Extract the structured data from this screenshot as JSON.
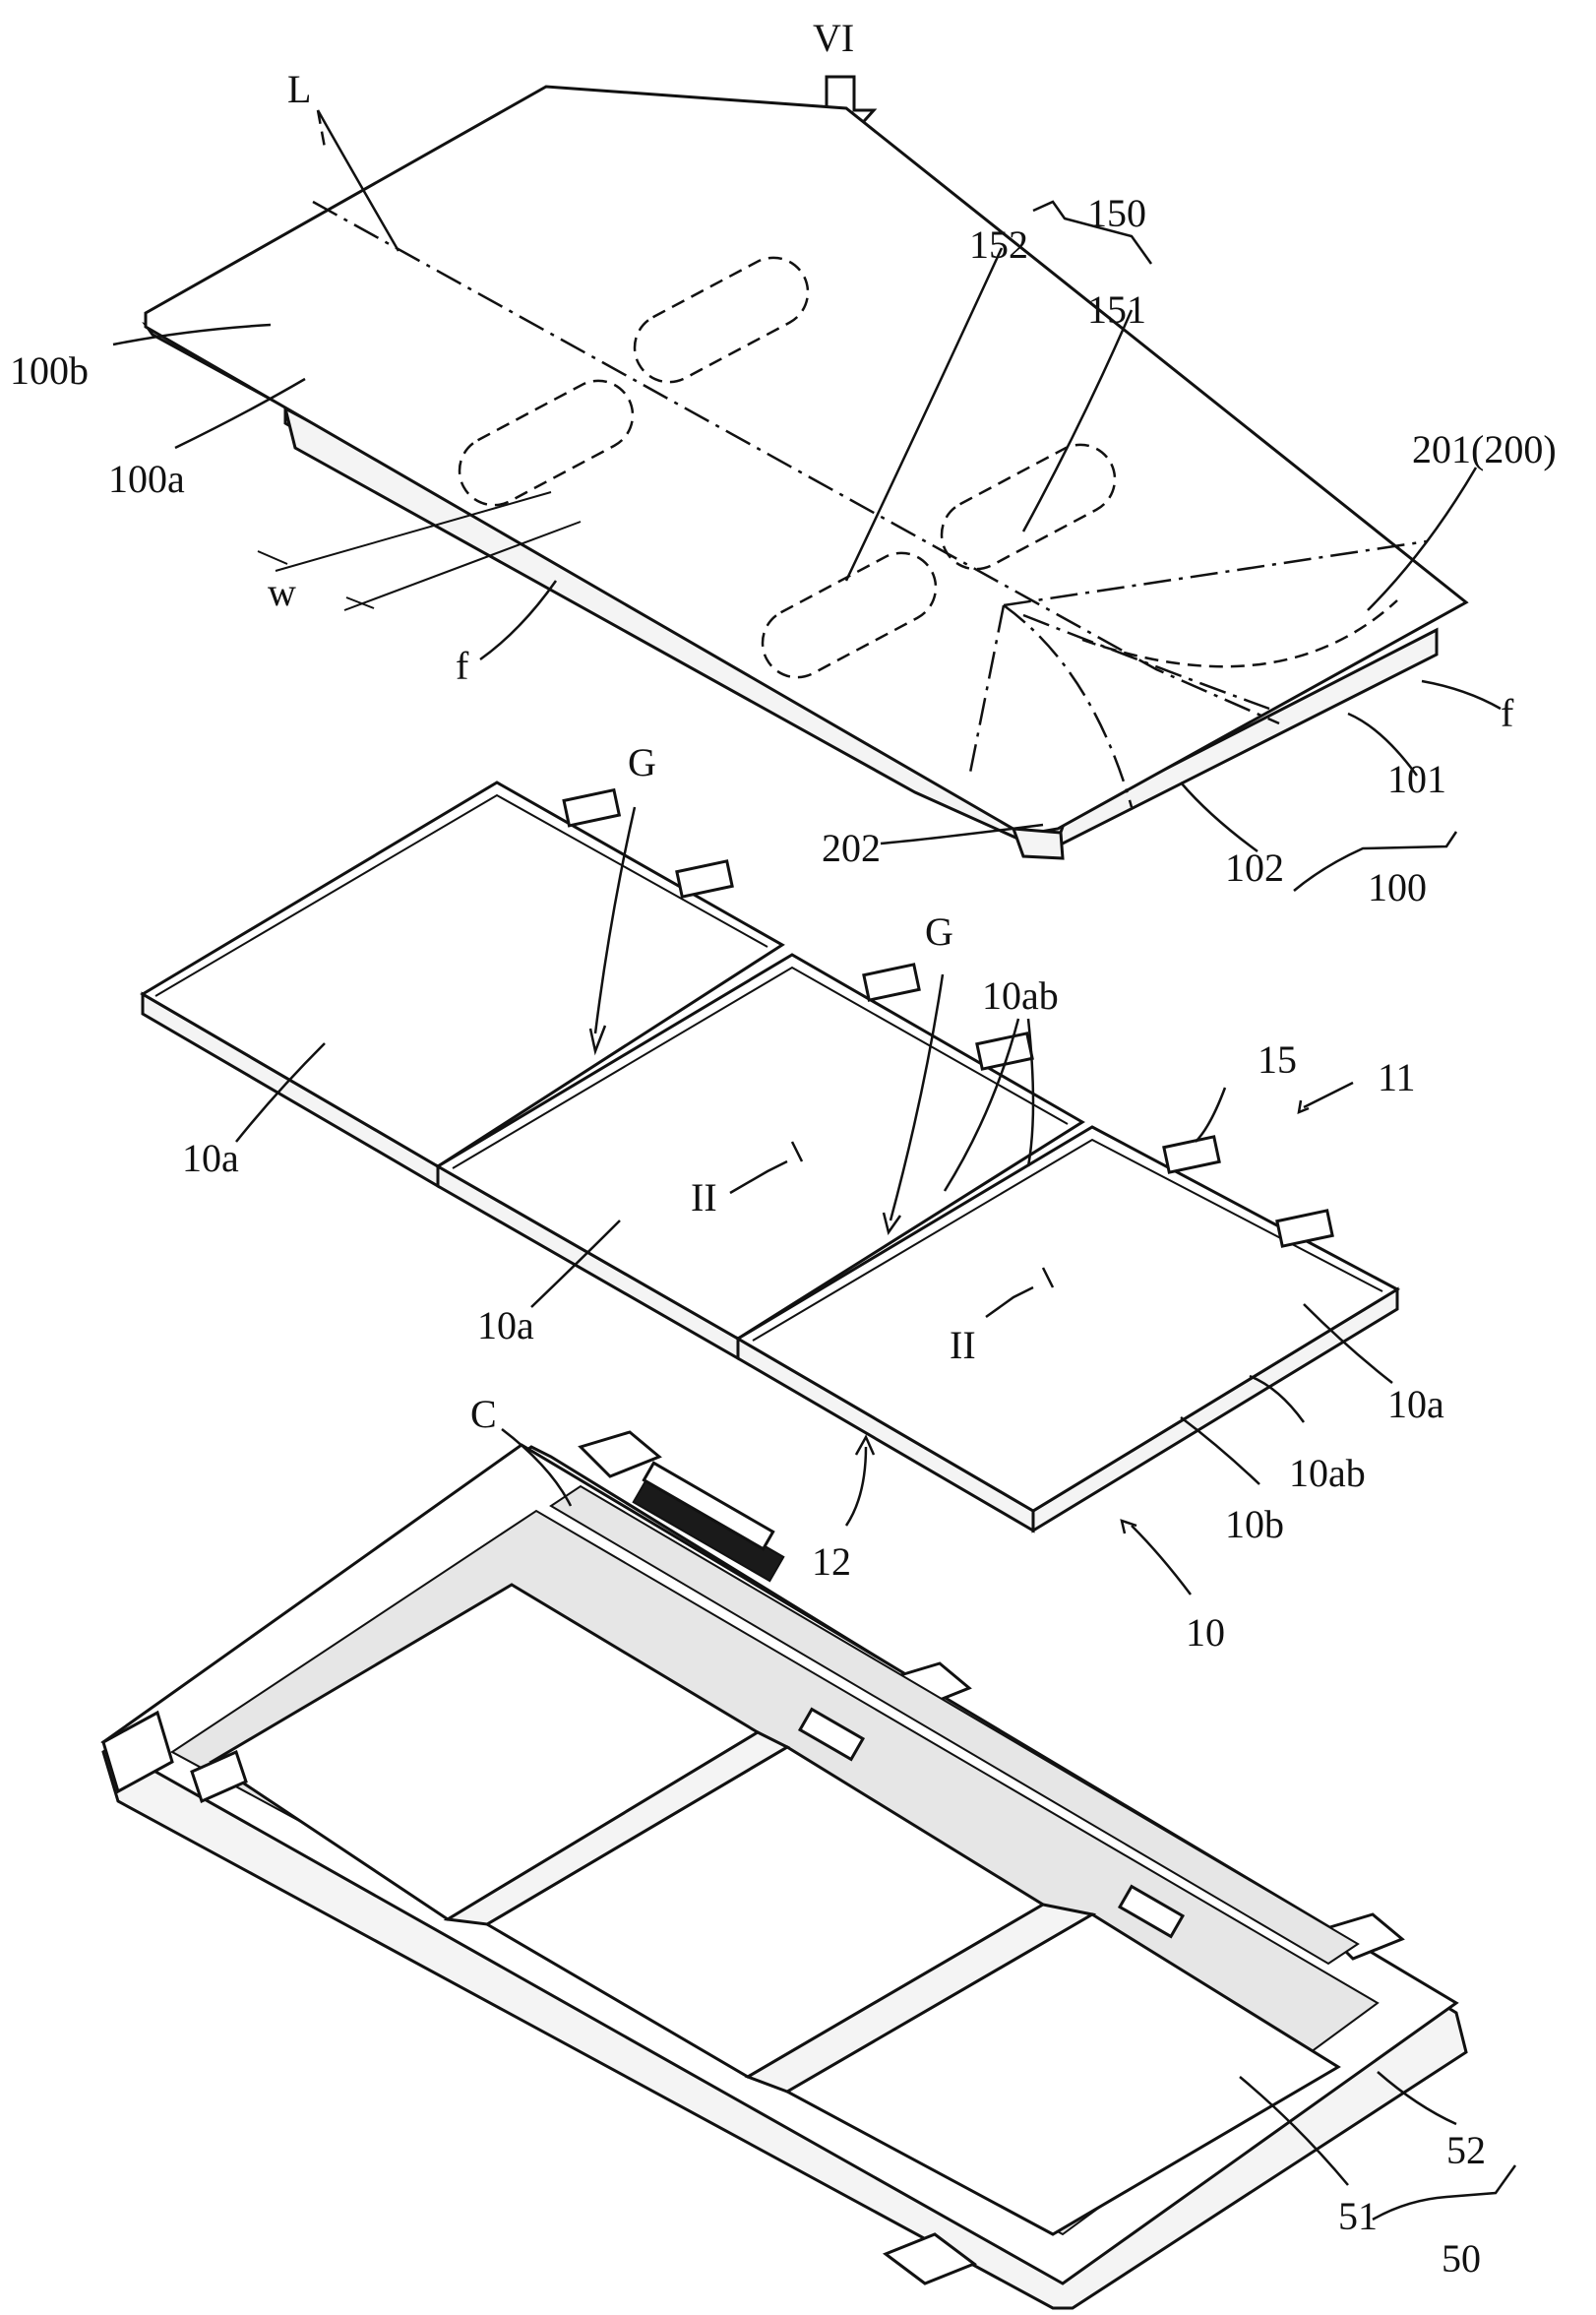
{
  "labels": {
    "vi": "VI",
    "L": "L",
    "n150": "150",
    "n152": "152",
    "n151": "151",
    "n100b": "100b",
    "n100a": "100a",
    "n201": "201(200)",
    "w": "w",
    "f_left": "f",
    "f_right": "f",
    "n101": "101",
    "n202": "202",
    "n102": "102",
    "n100": "100",
    "G_left": "G",
    "G_mid": "G",
    "n10ab_top": "10ab",
    "n15": "15",
    "n11": "11",
    "n10a_left": "10a",
    "II_left": "II",
    "n10a_mid": "10a",
    "II_right": "II",
    "n10a_right": "10a",
    "n10ab_right": "10ab",
    "C": "C",
    "n10b": "10b",
    "n12": "12",
    "n10": "10",
    "n52": "52",
    "n51": "51",
    "n50": "50"
  }
}
